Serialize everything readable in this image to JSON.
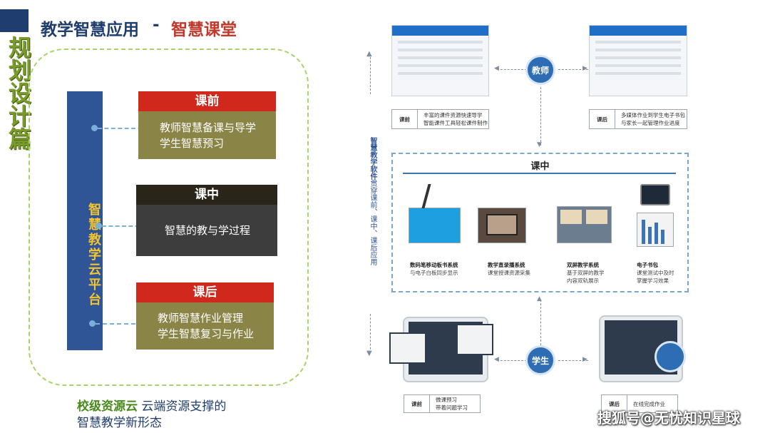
{
  "header": {
    "vertical_title": "规划设计篇",
    "title": "教学智慧应用",
    "separator": "-",
    "subtitle": "智慧课堂"
  },
  "platform": {
    "label": "智慧教学云平台"
  },
  "phases": [
    {
      "head": "课前",
      "head_color": "#d0281c",
      "body_line1": "教师智慧备课与导学",
      "body_line2": "学生智慧预习",
      "body_color": "#8b8447"
    },
    {
      "head": "课中",
      "head_color": "#2a2519",
      "body_line1": "智慧的教与学过程",
      "body_line2": "",
      "body_color": "#3d3d3d"
    },
    {
      "head": "课后",
      "head_color": "#d0281c",
      "body_line1": "教师智慧作业管理",
      "body_line2": "学生智慧复习与作业",
      "body_color": "#8b8447"
    }
  ],
  "caption": {
    "highlight": "校级资源云",
    "rest": " 云端资源支撑的",
    "line2": "智慧教学新形态"
  },
  "right": {
    "side_label_bold": "智慧教学软件",
    "side_label_rest": "贯穿课前、课中、课后应用",
    "teacher_circle": "教师",
    "student_circle": "学生",
    "before": {
      "tag": "课前",
      "line1": "丰富的课件资源快速导学",
      "line2": "智能课件工具轻松课件制作"
    },
    "after": {
      "tag": "课后",
      "line1": "多媒体作业到学生电子书包",
      "line2": "与家长一起管理作业进度"
    },
    "during_title": "课中",
    "devices": [
      {
        "name": "数码笔移动板书系统",
        "desc1": "与电子白板同步显示",
        "desc2": ""
      },
      {
        "name": "教学直录播系统",
        "desc1": "课堂授课资源采集",
        "desc2": ""
      },
      {
        "name": "双屏教学系统",
        "desc1": "基于双屏的教学",
        "desc2": "内容双轨展示"
      },
      {
        "name": "电子书包",
        "desc1": "课堂测试中及时",
        "desc2": "掌握学习效果"
      }
    ],
    "bottom_left": {
      "tag": "课前",
      "line1": "微课预习",
      "line2": "带着问题学习"
    },
    "bottom_right": {
      "tag": "课后",
      "line1": "在线完成作业",
      "line2": ""
    }
  },
  "watermark": "搜狐号@无忧知识星球"
}
